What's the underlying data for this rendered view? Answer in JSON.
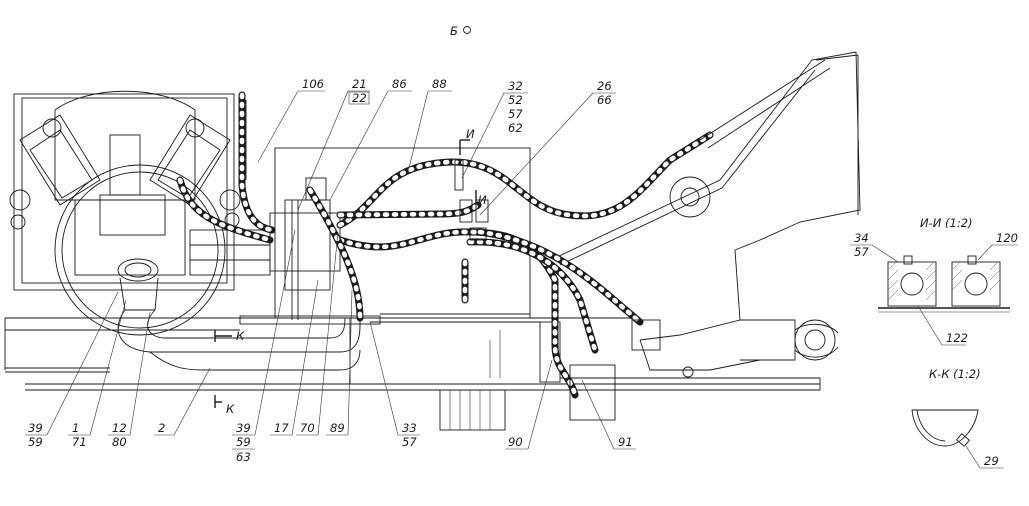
{
  "view_label": "Б",
  "section_ii": {
    "title": "И-И (1:2)",
    "labels": [
      "34",
      "57",
      "120",
      "122"
    ]
  },
  "section_kk": {
    "title": "К-К (1:2)",
    "labels": [
      "29"
    ]
  },
  "cut_marks": {
    "i_top": "И",
    "i_bottom": "И",
    "k_top": "К",
    "k_bottom": "К"
  },
  "callouts_top": [
    {
      "id": "106",
      "text": "106"
    },
    {
      "id": "21-22",
      "text": "21",
      "sub": "22"
    },
    {
      "id": "86",
      "text": "86"
    },
    {
      "id": "88",
      "text": "88"
    },
    {
      "id": "32-62",
      "text": "32",
      "sub": [
        "52",
        "57",
        "62"
      ]
    },
    {
      "id": "26-66",
      "text": "26",
      "sub": "66"
    }
  ],
  "callouts_bottom": [
    {
      "id": "39-59",
      "text": "39",
      "sub": "59"
    },
    {
      "id": "1-71",
      "text": "1",
      "sub": "71"
    },
    {
      "id": "12-80",
      "text": "12",
      "sub": "80"
    },
    {
      "id": "2",
      "text": "2"
    },
    {
      "id": "39-59-63",
      "text": "39",
      "sub": [
        "59",
        "63"
      ]
    },
    {
      "id": "17",
      "text": "17"
    },
    {
      "id": "70",
      "text": "70"
    },
    {
      "id": "89",
      "text": "89"
    },
    {
      "id": "33-57",
      "text": "33",
      "sub": "57"
    },
    {
      "id": "90",
      "text": "90"
    },
    {
      "id": "91",
      "text": "91"
    }
  ]
}
